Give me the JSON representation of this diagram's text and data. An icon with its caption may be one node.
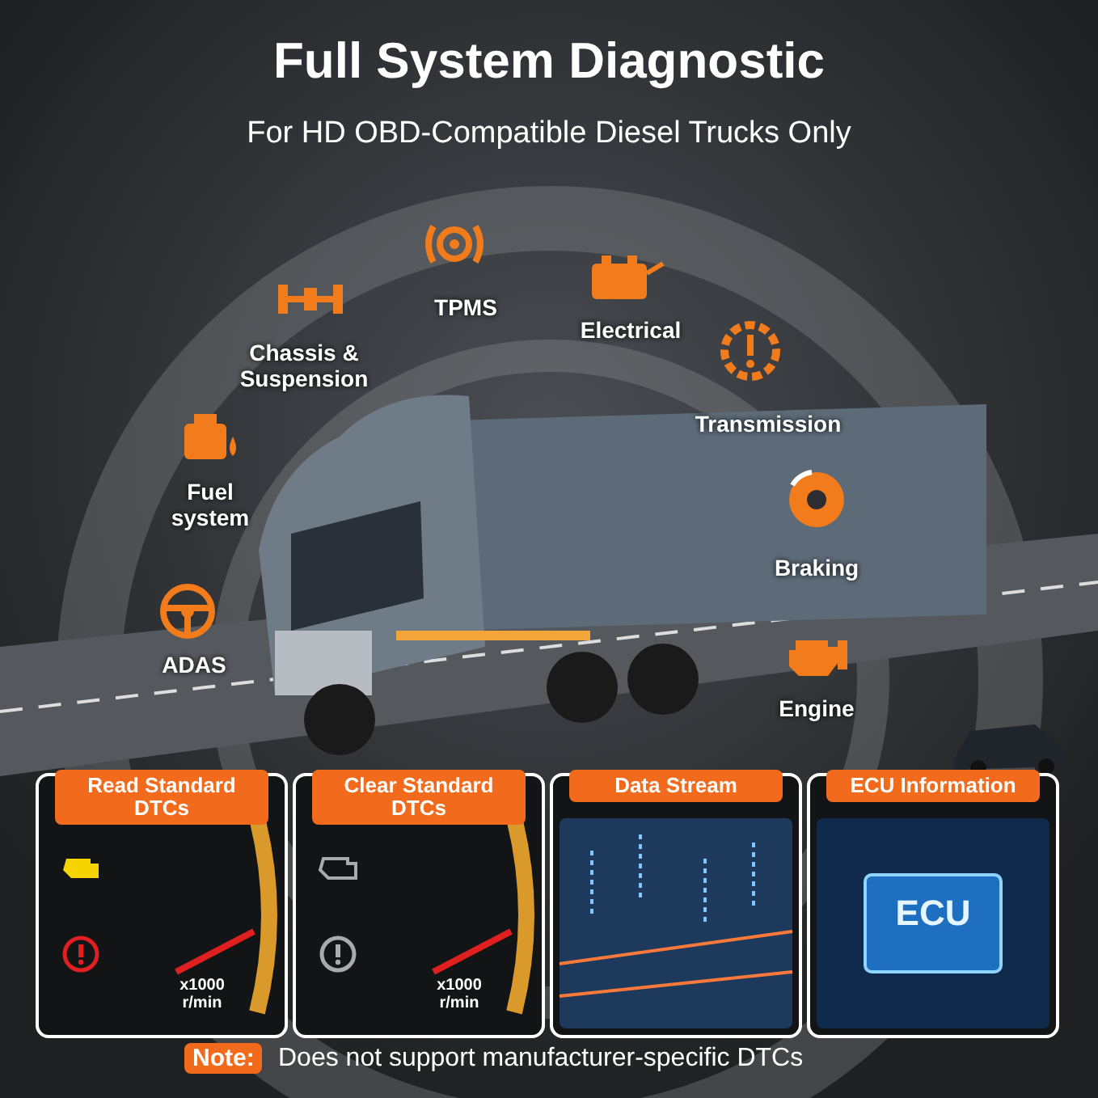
{
  "diagram": {
    "title": "Full System Diagnostic",
    "nodes": [
      {
        "text": [
          "Read Standard DTCs",
          "x1000 r/min"
        ]
      },
      {
        "text": [
          "Clear Standard DTCs",
          "x1000 r/min"
        ]
      },
      {
        "text": [
          "Data Stream"
        ]
      },
      {
        "text": [
          "ECU Information",
          "ECU"
        ]
      }
    ],
    "labels": [
      "For HD OBD-Compatible Diesel Trucks Only",
      "TPMS",
      "Chassis & Suspension",
      "Electrical",
      "Fuel system",
      "Transmission",
      "Braking",
      "ADAS",
      "Engine",
      "Note:",
      "Does not support manufacturer-specific DTCs"
    ]
  }
}
